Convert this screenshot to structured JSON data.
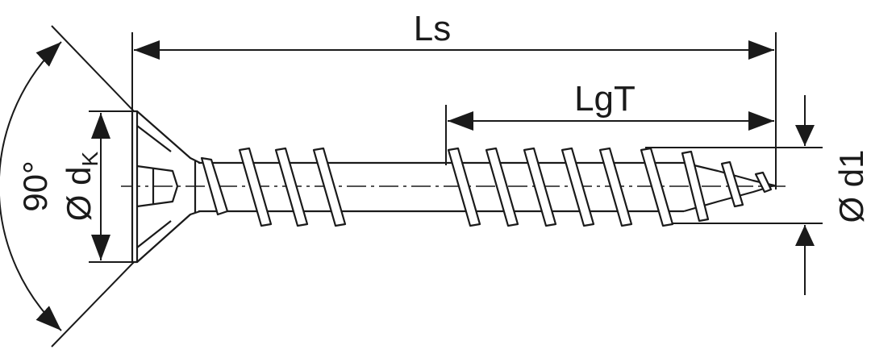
{
  "diagram": {
    "labels": {
      "overall_length": "Ls",
      "thread_length": "LgT",
      "head_diameter_symbol": "Ø d",
      "head_diameter_subscript": "K",
      "thread_diameter": "Ø d1",
      "head_angle": "90°"
    },
    "line_color": "#1a1a1a",
    "background_color": "#ffffff"
  }
}
